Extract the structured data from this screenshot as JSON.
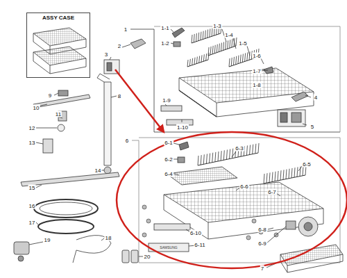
{
  "diagram": {
    "nodes": [
      {
        "text": [
          "ASSY CASE"
        ]
      }
    ],
    "labels": [
      "1",
      "1-1",
      "1-3",
      "1-2",
      "1-4",
      "1-5",
      "1-6",
      "1-7",
      "1-8",
      "1-9",
      "1-10",
      "2",
      "3",
      "4",
      "5",
      "6",
      "6-1",
      "6-2",
      "6-3",
      "6-4",
      "6-5",
      "6-6",
      "6-7",
      "6-8",
      "6-9",
      "6-10",
      "6-11",
      "SAMSUNG",
      "7",
      "8",
      "9",
      "10",
      "11",
      "12",
      "13",
      "14",
      "15",
      "16",
      "17",
      "18",
      "19",
      "20"
    ]
  }
}
